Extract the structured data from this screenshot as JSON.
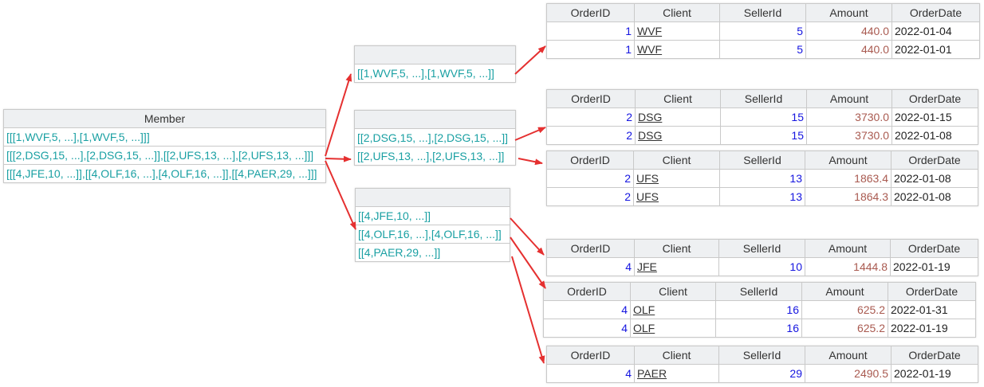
{
  "member_table": {
    "header": "Member",
    "rows": [
      "[[[1,WVF,5, ...],[1,WVF,5, ...]]]",
      "[[[2,DSG,15, ...],[2,DSG,15, ...]],[[2,UFS,13, ...],[2,UFS,13, ...]]]",
      "[[[4,JFE,10, ...]],[[4,OLF,16, ...],[4,OLF,16, ...]],[[4,PAER,29, ...]]]"
    ]
  },
  "group_tables": [
    {
      "rows": [
        "[[1,WVF,5, ...],[1,WVF,5, ...]]"
      ]
    },
    {
      "rows": [
        "[[2,DSG,15, ...],[2,DSG,15, ...]]",
        "[[2,UFS,13, ...],[2,UFS,13, ...]]"
      ]
    },
    {
      "rows": [
        "[[4,JFE,10, ...]]",
        "[[4,OLF,16, ...],[4,OLF,16, ...]]",
        "[[4,PAER,29, ...]]"
      ]
    }
  ],
  "columns": [
    "OrderID",
    "Client",
    "SellerId",
    "Amount",
    "OrderDate"
  ],
  "order_tables": [
    {
      "rows": [
        [
          "1",
          "WVF",
          "5",
          "440.0",
          "2022-01-04"
        ],
        [
          "1",
          "WVF",
          "5",
          "440.0",
          "2022-01-01"
        ]
      ]
    },
    {
      "rows": [
        [
          "2",
          "DSG",
          "15",
          "3730.0",
          "2022-01-15"
        ],
        [
          "2",
          "DSG",
          "15",
          "3730.0",
          "2022-01-08"
        ]
      ]
    },
    {
      "rows": [
        [
          "2",
          "UFS",
          "13",
          "1863.4",
          "2022-01-08"
        ],
        [
          "2",
          "UFS",
          "13",
          "1864.3",
          "2022-01-08"
        ]
      ]
    },
    {
      "rows": [
        [
          "4",
          "JFE",
          "10",
          "1444.8",
          "2022-01-19"
        ]
      ]
    },
    {
      "rows": [
        [
          "4",
          "OLF",
          "16",
          "625.2",
          "2022-01-31"
        ],
        [
          "4",
          "OLF",
          "16",
          "625.2",
          "2022-01-19"
        ]
      ]
    },
    {
      "rows": [
        [
          "4",
          "PAER",
          "29",
          "2490.5",
          "2022-01-19"
        ]
      ]
    }
  ],
  "colors": {
    "arrow": "#e53030",
    "sequence_text": "#1aa0a3",
    "number_text": "#1515e0",
    "amount_text": "#a95a50"
  }
}
